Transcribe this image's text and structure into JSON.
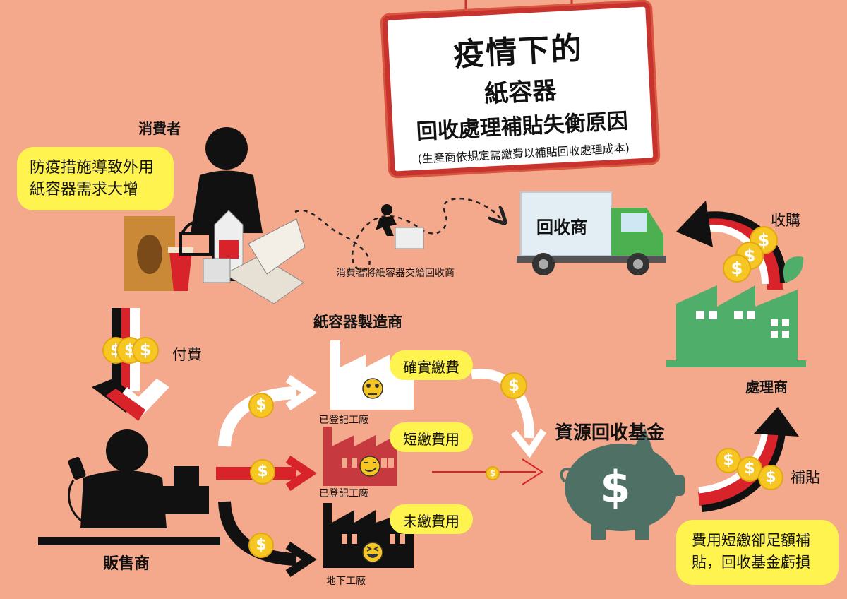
{
  "title": {
    "line1": "疫情下的",
    "line2": "紙容器",
    "line3": "回收處理補貼失衡原因",
    "note": "(生產商依規定需繳費以補貼回收處理成本)"
  },
  "consumer": {
    "label": "消費者",
    "speech": [
      "防疫措施導致外用",
      "紙容器需求大增"
    ]
  },
  "handover_caption": "消費者將紙容器交給回收商",
  "recycler": {
    "truck_label": "回收商"
  },
  "purchase_label": "收購",
  "processor_label": "處理商",
  "payment_label": "付費",
  "retailer_label": "販售商",
  "manufacturer": {
    "heading": "紙容器製造商",
    "factories": [
      {
        "label": "已登記工廠",
        "speech": "確實繳費"
      },
      {
        "label": "已登記工廠",
        "speech": "短繳費用"
      },
      {
        "label": "地下工廠",
        "speech": "未繳費用"
      }
    ]
  },
  "fund_label": "資源回收基金",
  "subsidy_label": "補貼",
  "fund_speech": [
    "費用短繳卻足額補",
    "貼，回收基金虧損"
  ],
  "coin_symbol": "$",
  "colors": {
    "background": "#f4a98d",
    "accent_red": "#d8232a",
    "bubble": "#fff34f",
    "coin": "#f6c623",
    "truck_green": "#4caf50",
    "factory_green": "#4fae6a",
    "piggy": "#4e7065"
  }
}
